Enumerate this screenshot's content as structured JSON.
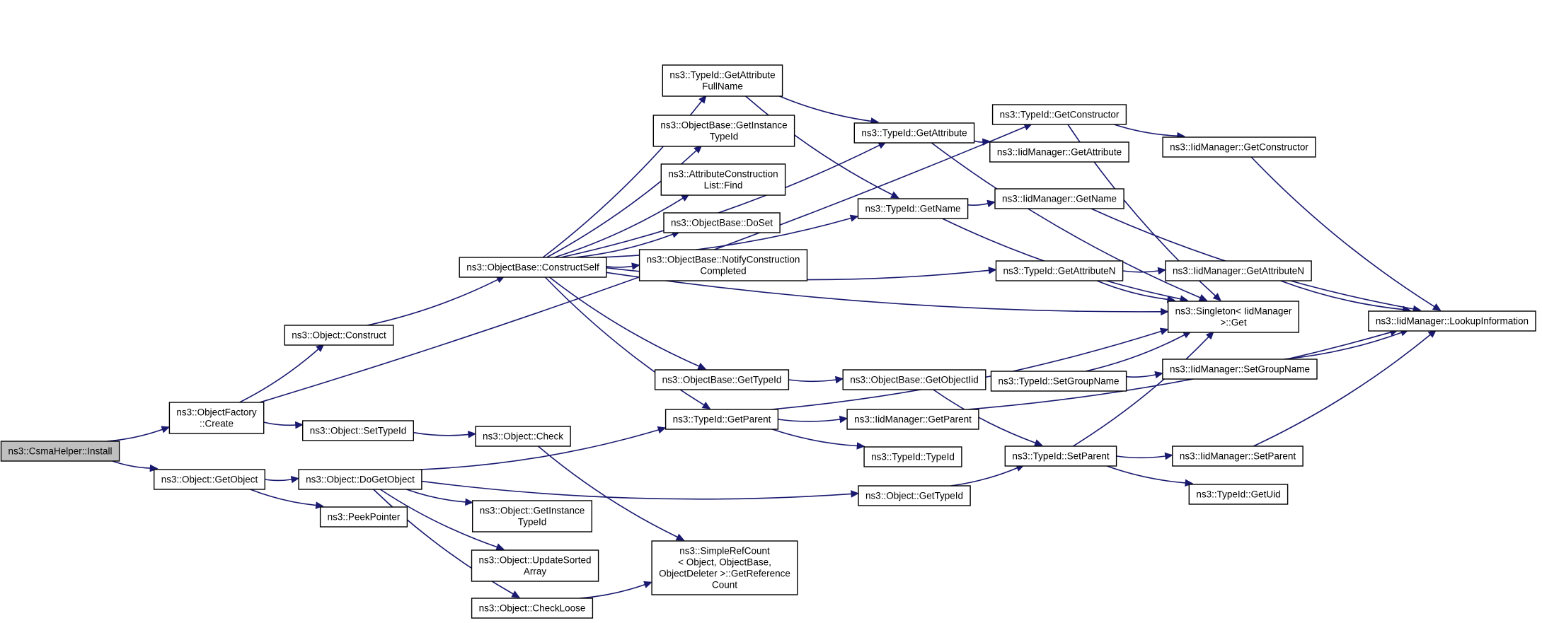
{
  "nodes": {
    "csma_install": [
      "ns3::CsmaHelper::Install"
    ],
    "factory_create": [
      "ns3::ObjectFactory",
      "::Create"
    ],
    "object_getobject": [
      "ns3::Object::GetObject"
    ],
    "object_construct": [
      "ns3::Object::Construct"
    ],
    "object_settypeid": [
      "ns3::Object::SetTypeId"
    ],
    "object_dogetobject": [
      "ns3::Object::DoGetObject"
    ],
    "peekpointer": [
      "ns3::PeekPointer"
    ],
    "constructself": [
      "ns3::ObjectBase::ConstructSelf"
    ],
    "object_check": [
      "ns3::Object::Check"
    ],
    "getattributefullname": [
      "ns3::TypeId::GetAttribute",
      "FullName"
    ],
    "getinstancetypeid_base": [
      "ns3::ObjectBase::GetInstance",
      "TypeId"
    ],
    "attrconstructionlist_find": [
      "ns3::AttributeConstruction",
      "List::Find"
    ],
    "objectbase_doset": [
      "ns3::ObjectBase::DoSet"
    ],
    "notifyconstruction": [
      "ns3::ObjectBase::NotifyConstruction",
      "Completed"
    ],
    "objectbase_gettypeid": [
      "ns3::ObjectBase::GetTypeId"
    ],
    "typeid_getparent": [
      "ns3::TypeId::GetParent"
    ],
    "object_getinstancetypeid": [
      "ns3::Object::GetInstance",
      "TypeId"
    ],
    "object_updatesortedarray": [
      "ns3::Object::UpdateSorted",
      "Array"
    ],
    "object_checkloose": [
      "ns3::Object::CheckLoose"
    ],
    "simplerefcount": [
      "ns3::SimpleRefCount",
      "< Object, ObjectBase,",
      "ObjectDeleter >::GetReference",
      "Count"
    ],
    "typeid_getattribute": [
      "ns3::TypeId::GetAttribute"
    ],
    "typeid_getname": [
      "ns3::TypeId::GetName"
    ],
    "getobjectiid": [
      "ns3::ObjectBase::GetObjectIid"
    ],
    "iid_getparent": [
      "ns3::IidManager::GetParent"
    ],
    "typeid_typeid": [
      "ns3::TypeId::TypeId"
    ],
    "object_gettypeid": [
      "ns3::Object::GetTypeId"
    ],
    "typeid_getconstructor": [
      "ns3::TypeId::GetConstructor"
    ],
    "iid_getattribute": [
      "ns3::IidManager::GetAttribute"
    ],
    "iid_getname": [
      "ns3::IidManager::GetName"
    ],
    "typeid_getattributen": [
      "ns3::TypeId::GetAttributeN"
    ],
    "typeid_setgroupname": [
      "ns3::TypeId::SetGroupName"
    ],
    "typeid_setparent": [
      "ns3::TypeId::SetParent"
    ],
    "singleton_get": [
      "ns3::Singleton< IidManager",
      ">::Get"
    ],
    "iid_getconstructor": [
      "ns3::IidManager::GetConstructor"
    ],
    "iid_getattributen": [
      "ns3::IidManager::GetAttributeN"
    ],
    "iid_setgroupname": [
      "ns3::IidManager::SetGroupName"
    ],
    "iid_setparent": [
      "ns3::IidManager::SetParent"
    ],
    "typeid_getuid": [
      "ns3::TypeId::GetUid"
    ],
    "iid_lookupinformation": [
      "ns3::IidManager::LookupInformation"
    ]
  },
  "edges": [
    [
      "csma_install",
      "factory_create"
    ],
    [
      "csma_install",
      "object_getobject"
    ],
    [
      "factory_create",
      "typeid_getconstructor"
    ],
    [
      "factory_create",
      "object_construct"
    ],
    [
      "factory_create",
      "object_settypeid"
    ],
    [
      "object_getobject",
      "object_dogetobject"
    ],
    [
      "object_getobject",
      "peekpointer"
    ],
    [
      "object_construct",
      "constructself"
    ],
    [
      "object_settypeid",
      "object_check"
    ],
    [
      "object_check",
      "simplerefcount"
    ],
    [
      "object_dogetobject",
      "typeid_getparent"
    ],
    [
      "object_dogetobject",
      "object_getinstancetypeid"
    ],
    [
      "object_dogetobject",
      "object_updatesortedarray"
    ],
    [
      "object_dogetobject",
      "object_checkloose"
    ],
    [
      "object_dogetobject",
      "object_gettypeid"
    ],
    [
      "object_checkloose",
      "simplerefcount"
    ],
    [
      "constructself",
      "getattributefullname"
    ],
    [
      "constructself",
      "getinstancetypeid_base"
    ],
    [
      "constructself",
      "attrconstructionlist_find"
    ],
    [
      "constructself",
      "objectbase_doset"
    ],
    [
      "constructself",
      "notifyconstruction"
    ],
    [
      "constructself",
      "objectbase_gettypeid"
    ],
    [
      "constructself",
      "typeid_getparent"
    ],
    [
      "constructself",
      "typeid_getattribute"
    ],
    [
      "constructself",
      "typeid_getname"
    ],
    [
      "constructself",
      "typeid_getattributen"
    ],
    [
      "constructself",
      "singleton_get"
    ],
    [
      "getattributefullname",
      "typeid_getattribute"
    ],
    [
      "getattributefullname",
      "typeid_getname"
    ],
    [
      "objectbase_gettypeid",
      "getobjectiid"
    ],
    [
      "typeid_getparent",
      "iid_getparent"
    ],
    [
      "typeid_getparent",
      "typeid_typeid"
    ],
    [
      "typeid_getparent",
      "singleton_get"
    ],
    [
      "typeid_getattribute",
      "iid_getattribute"
    ],
    [
      "typeid_getattribute",
      "singleton_get"
    ],
    [
      "typeid_getname",
      "iid_getname"
    ],
    [
      "typeid_getname",
      "singleton_get"
    ],
    [
      "getobjectiid",
      "typeid_setgroupname"
    ],
    [
      "getobjectiid",
      "typeid_setparent"
    ],
    [
      "object_gettypeid",
      "typeid_setparent"
    ],
    [
      "typeid_getconstructor",
      "iid_getconstructor"
    ],
    [
      "typeid_getconstructor",
      "singleton_get"
    ],
    [
      "typeid_getattributen",
      "iid_getattributen"
    ],
    [
      "typeid_getattributen",
      "singleton_get"
    ],
    [
      "typeid_setgroupname",
      "iid_setgroupname"
    ],
    [
      "typeid_setgroupname",
      "singleton_get"
    ],
    [
      "typeid_setparent",
      "iid_setparent"
    ],
    [
      "typeid_setparent",
      "typeid_getuid"
    ],
    [
      "typeid_setparent",
      "singleton_get"
    ],
    [
      "iid_getparent",
      "iid_lookupinformation"
    ],
    [
      "iid_getconstructor",
      "iid_lookupinformation"
    ],
    [
      "iid_getname",
      "iid_lookupinformation"
    ],
    [
      "iid_getattributen",
      "iid_lookupinformation"
    ],
    [
      "iid_setgroupname",
      "iid_lookupinformation"
    ],
    [
      "iid_setparent",
      "iid_lookupinformation"
    ]
  ]
}
